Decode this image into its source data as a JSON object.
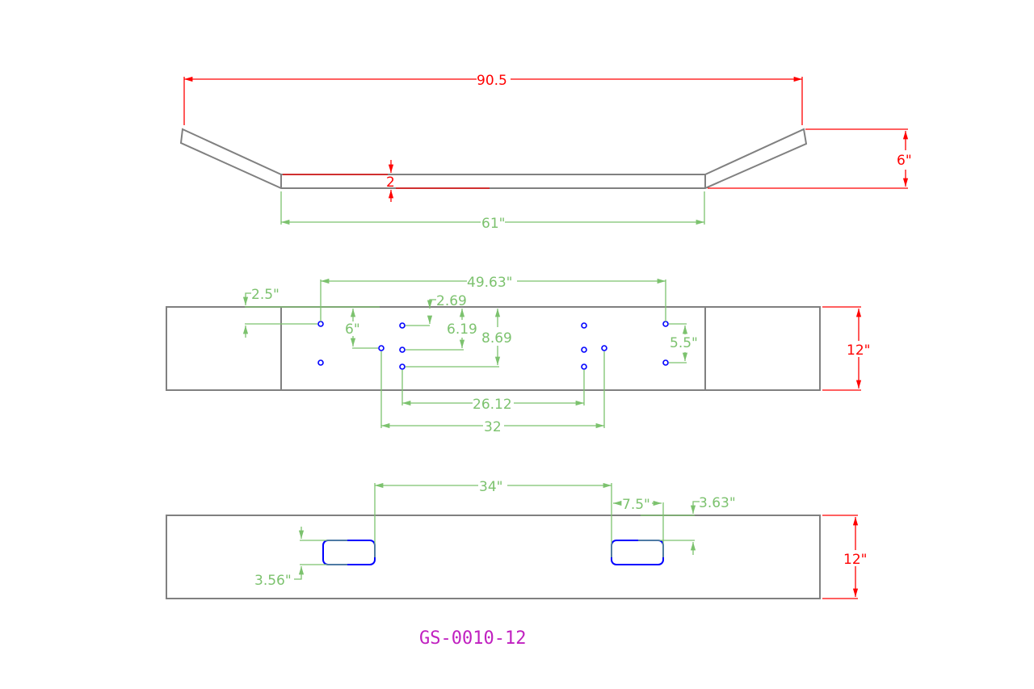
{
  "drawing": {
    "part_number": "GS-0010-12",
    "colors": {
      "outline": "#808080",
      "overall_dimension": "#ff0000",
      "detail_dimension": "#7cc26e",
      "holes": "#0000ff",
      "title": "#c020c0"
    },
    "top_view": {
      "overall_width": "90.5",
      "thickness": "2",
      "wing_rise": "6\"",
      "center_length": "61\""
    },
    "front_view": {
      "hole_span": "49.63\"",
      "edge_offset": "2.5\"",
      "top_hole_offset": "2.69",
      "vertical_pair": "6\"",
      "mid_offset": "6.19",
      "lower_offset": "8.69",
      "right_pair": "5.5\"",
      "inner_span": "26.12",
      "outer_span": "32",
      "height": "12\""
    },
    "back_view": {
      "slot_spacing": "34\"",
      "slot_length": "7.5\"",
      "slot_top_offset": "3.63\"",
      "slot_left_offset": "3.56\"",
      "height": "12\""
    }
  }
}
